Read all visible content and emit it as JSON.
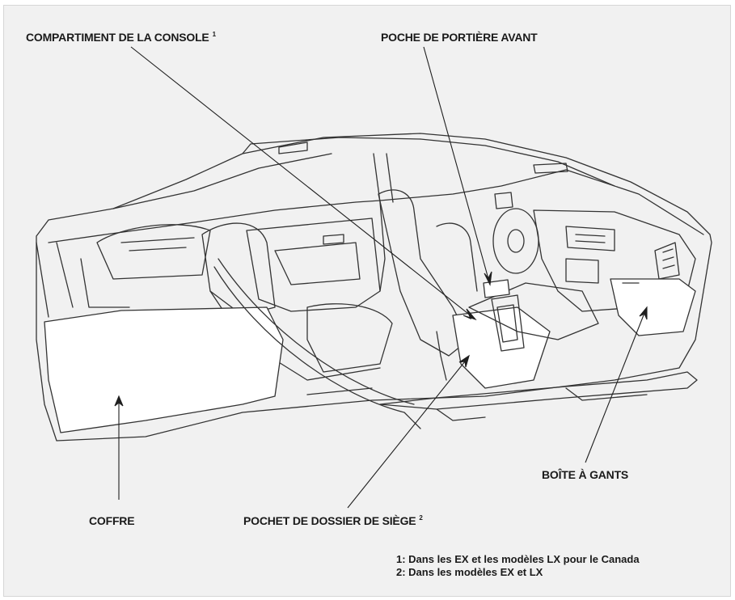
{
  "labels": {
    "console": {
      "text": "COMPARTIMENT DE LA CONSOLE",
      "note": "1"
    },
    "front_door_pocket": {
      "text": "POCHE DE PORTIÈRE AVANT"
    },
    "glove_box": {
      "text": "BOÎTE À GANTS"
    },
    "trunk": {
      "text": "COFFRE"
    },
    "seat_back_pocket": {
      "text": "POCHET DE DOSSIER DE SIÈGE",
      "note": "2"
    }
  },
  "footnotes": [
    "1: Dans les EX et les modèles LX pour le Canada",
    "2: Dans les modèles EX et LX"
  ]
}
